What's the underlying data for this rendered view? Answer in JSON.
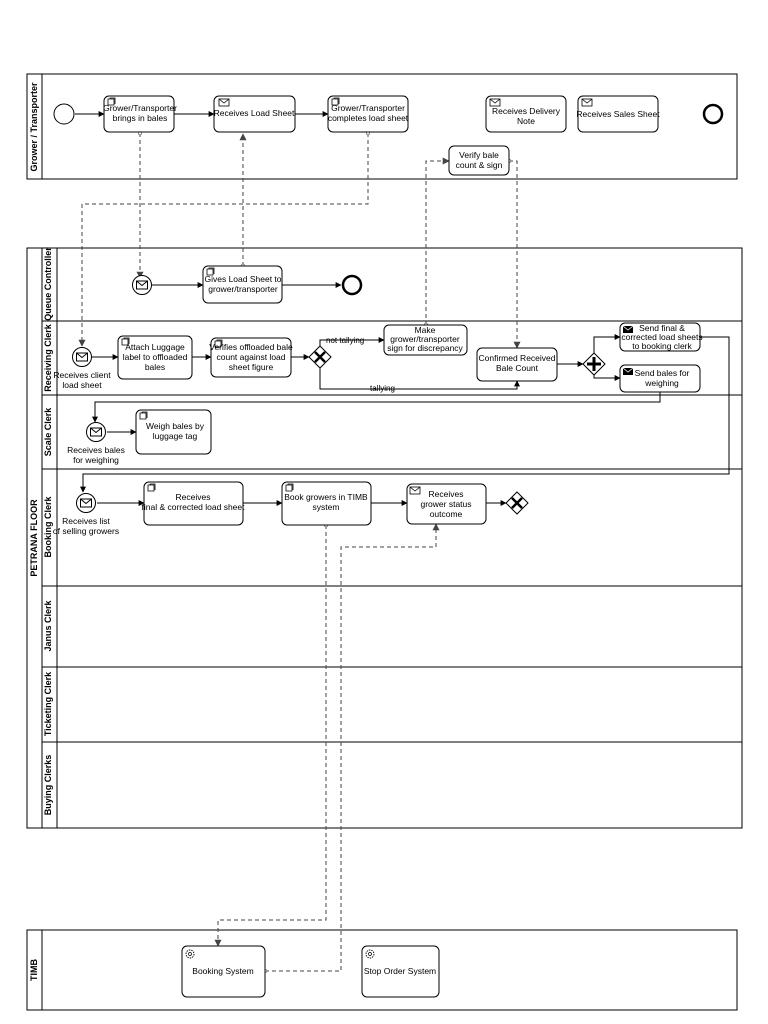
{
  "pools": {
    "grower": "Grower / Transporter",
    "floor": "PETRANA FLOOR",
    "timb": "TIMB"
  },
  "lanes": {
    "queue": "Queue Controller",
    "receiving": "Receiving Clerk",
    "scale": "Scale Clerk",
    "booking": "Booking Clerk",
    "janus": "Janus Clerk",
    "ticketing": "Ticketing Clerk",
    "buying": "Buying Clerks"
  },
  "tasks": {
    "brings_bales": [
      "Grower/Transporter",
      "brings in bales"
    ],
    "receives_load_sheet": [
      "Receives Load Sheet"
    ],
    "completes_load_sheet": [
      "Grower/Transporter",
      "completes load sheet"
    ],
    "receives_delivery_note": [
      "Receives Delivery",
      "Note"
    ],
    "receives_sales_sheet": [
      "Receives Sales Sheet"
    ],
    "verify_bale": [
      "Verify bale",
      "count & sign"
    ],
    "gives_load_sheet": [
      "Gives Load Sheet to",
      "grower/transporter"
    ],
    "attach_luggage": [
      "Attach Luggage",
      "label to offloaded",
      "bales"
    ],
    "verifies_count": [
      "Verifies offloaded bale",
      "count against load",
      "sheet figure"
    ],
    "make_sign": [
      "Make",
      "grower/transporter",
      "sign for discrepancy"
    ],
    "confirmed_count": [
      "Confirmed Received",
      "Bale Count"
    ],
    "send_final": [
      "Send final &",
      "corrected load sheets",
      "to booking clerk"
    ],
    "send_bales": [
      "Send bales for",
      "weighing"
    ],
    "weigh_bales": [
      "Weigh bales by",
      "luggage tag"
    ],
    "receives_final": [
      "Receives",
      "final & corrected load sheet"
    ],
    "book_growers": [
      "Book growers in TIMB",
      "system"
    ],
    "receives_status": [
      "Receives",
      "grower status",
      "outcome"
    ],
    "booking_system": [
      "Booking System"
    ],
    "stop_order_system": [
      "Stop Order System"
    ]
  },
  "events": {
    "receives_client_load_sheet": [
      "Receives client",
      "load sheet"
    ],
    "receives_bales_weighing": [
      "Receives bales",
      "for weighing"
    ],
    "receives_list": [
      "Receives list",
      "of selling growers"
    ]
  },
  "flow_labels": {
    "not_tallying": "not tallying",
    "tallying": "tallying"
  },
  "icons": {
    "manual_task": "hand-icon",
    "receive_task": "envelope-icon",
    "send_task": "filled-envelope-icon",
    "service_task": "gear-icon",
    "exclusive_gateway": "x-gateway-icon",
    "parallel_gateway": "plus-gateway-icon"
  }
}
